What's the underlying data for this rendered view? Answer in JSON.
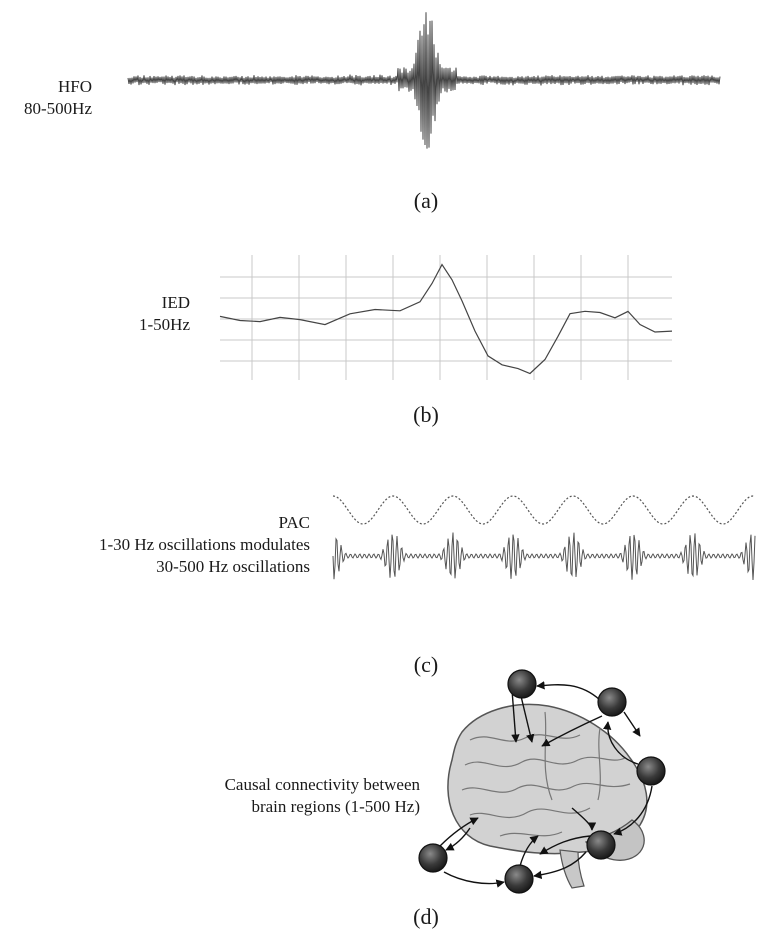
{
  "panels": {
    "a": {
      "caption": "(a)",
      "label_line1": "HFO",
      "label_line2": "80-500Hz"
    },
    "b": {
      "caption": "(b)",
      "label_line1": "IED",
      "label_line2": "1-50Hz"
    },
    "c": {
      "caption": "(c)",
      "label_line1": "PAC",
      "label_line2": "1-30 Hz oscillations modulates",
      "label_line3": "30-500 Hz oscillations"
    },
    "d": {
      "caption": "(d)",
      "label_line1": "Causal connectivity between",
      "label_line2": "brain regions (1-500 Hz)"
    }
  },
  "colors": {
    "trace": "#444444",
    "grid": "#c8c8c8",
    "brain_fill": "#d2d2d2",
    "node_fill": "#3a3a3a"
  }
}
